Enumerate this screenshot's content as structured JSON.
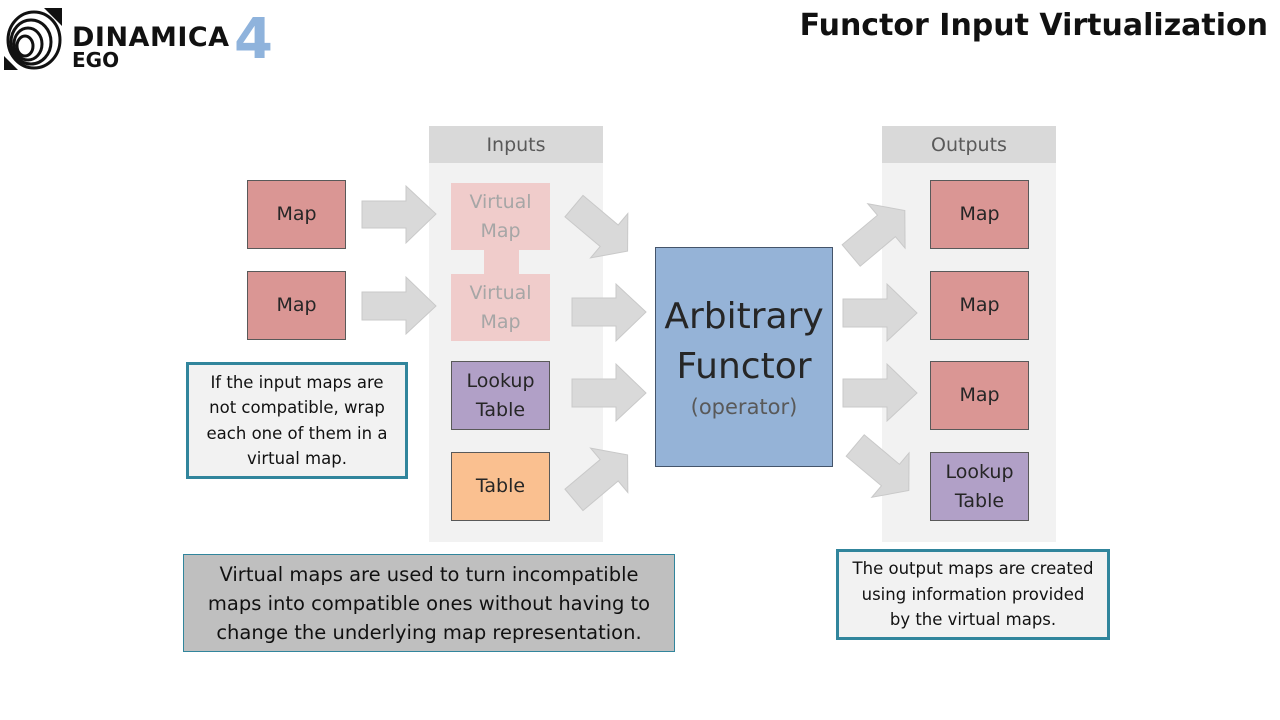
{
  "header": {
    "logo_word1": "DINAMICA",
    "logo_word2": "EGO",
    "logo_number": "4",
    "title": "Functor Input Virtualization"
  },
  "inputs": {
    "heading": "Inputs",
    "source_maps": [
      "Map",
      "Map"
    ],
    "virtual_maps": [
      {
        "line1": "Virtual",
        "line2": "Map"
      },
      {
        "line1": "Virtual",
        "line2": "Map"
      }
    ],
    "lookup_table": {
      "line1": "Lookup",
      "line2": "Table"
    },
    "table": "Table"
  },
  "functor": {
    "line1": "Arbitrary",
    "line2": "Functor",
    "subtitle": "(operator)"
  },
  "outputs": {
    "heading": "Outputs",
    "maps": [
      "Map",
      "Map",
      "Map"
    ],
    "lookup_table": {
      "line1": "Lookup",
      "line2": "Table"
    }
  },
  "notes": {
    "wrap": [
      "If the input maps are",
      "not compatible, wrap",
      "each one of them in a",
      "virtual map."
    ],
    "virtual": [
      "Virtual maps are used to turn incompatible",
      "maps into compatible ones without having to",
      "change the underlying map representation."
    ],
    "output": [
      "The output maps are created",
      "using information provided",
      "by the virtual maps."
    ]
  },
  "colors": {
    "map": "#da9694",
    "virtual_map": "#f0cccb",
    "lookup_table": "#b1a0c7",
    "table": "#fac090",
    "functor": "#95b3d7",
    "note_border": "#31859c",
    "arrow": "#d9d9d9"
  }
}
